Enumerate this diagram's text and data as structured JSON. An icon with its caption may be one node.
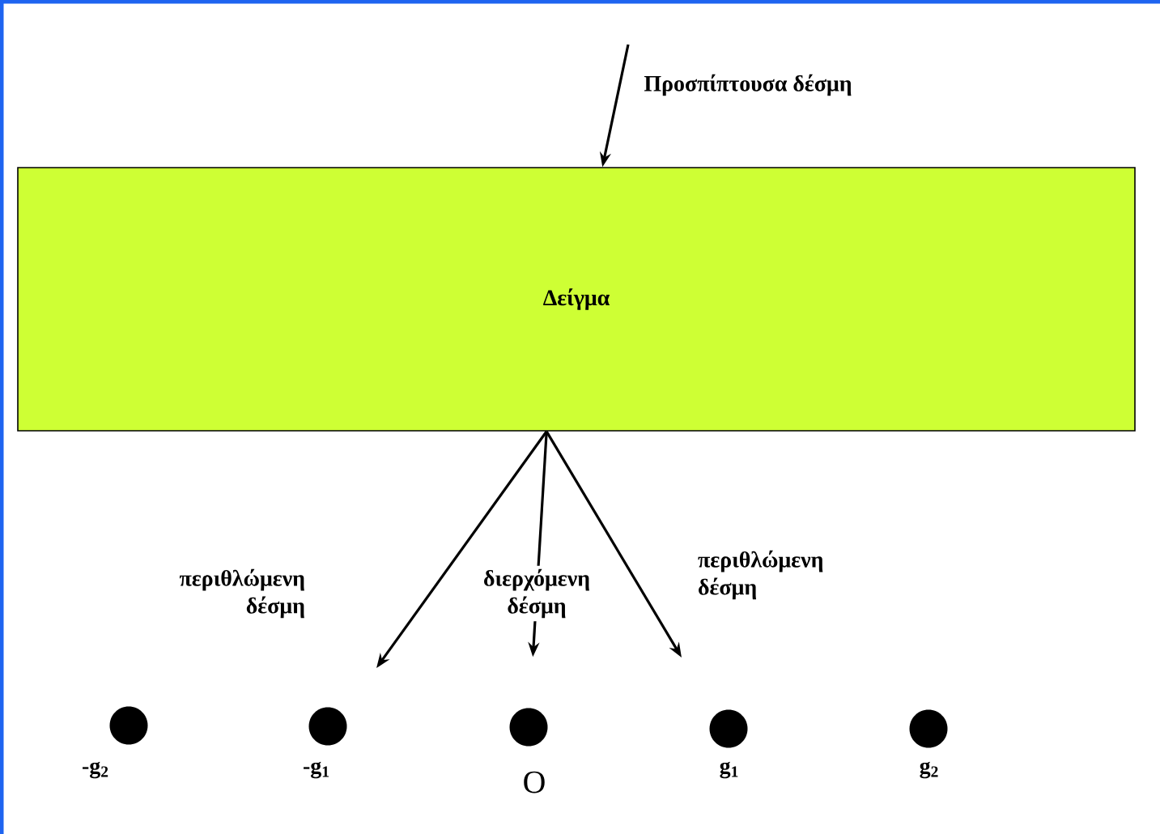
{
  "diagram": {
    "nodes": [
      {
        "text": [
          "Δείγμα"
        ]
      },
      {
        "text": [],
        "shape": "circle",
        "beside": [
          "-g$_{2}$"
        ]
      },
      {
        "text": [],
        "shape": "circle",
        "beside": [
          "-g$_{1}$"
        ]
      },
      {
        "text": [],
        "shape": "circle",
        "beside": [
          "O"
        ]
      },
      {
        "text": [],
        "shape": "circle",
        "beside": [
          "g$_{1}$"
        ]
      },
      {
        "text": [],
        "shape": "circle",
        "beside": [
          "g$_{2}$"
        ]
      }
    ],
    "edges": [
      {
        "from": null,
        "to": 0,
        "arrow": "to",
        "label": "Προσπίπτουσα δέσμη"
      },
      {
        "from": 0,
        "to": null,
        "arrow": "to",
        "label": "περιθλώμενη δέσμη"
      },
      {
        "from": 0,
        "to": 3,
        "arrow": "to",
        "label": "διερχόμενη δέσμη"
      },
      {
        "from": 0,
        "to": null,
        "arrow": "to",
        "label": "περιθλώμενη δέσμη"
      }
    ]
  }
}
